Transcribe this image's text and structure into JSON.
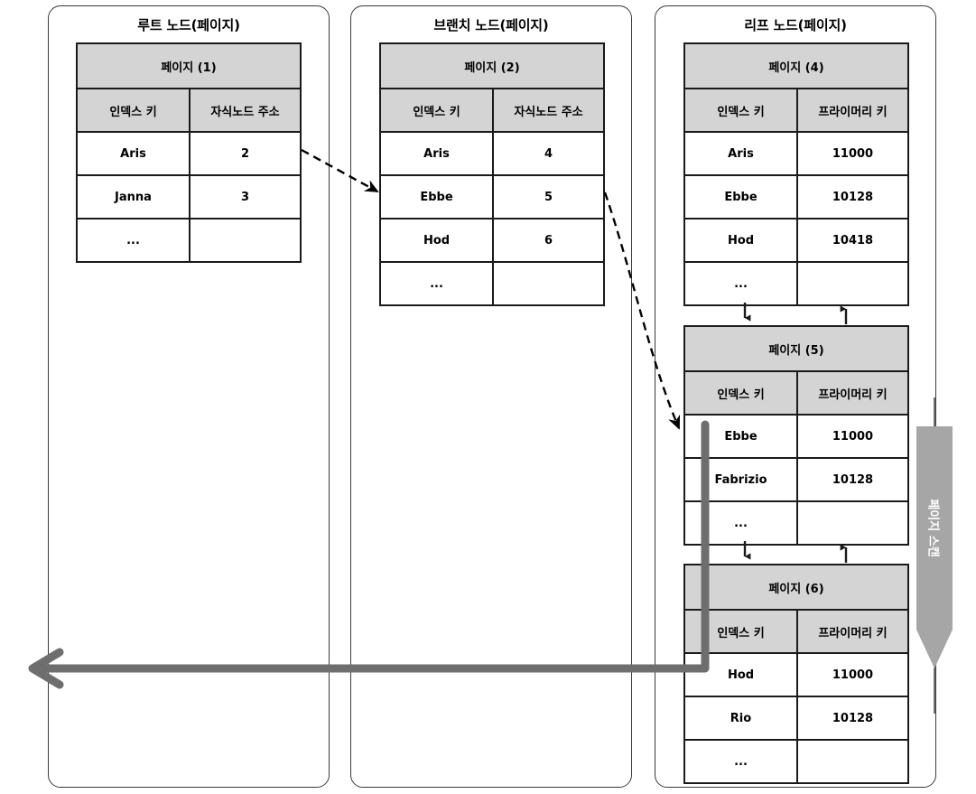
{
  "diagram": {
    "title_hidden": "",
    "colors": {
      "header_fill": "#d4d4d4",
      "table_border": "#1a1a1a",
      "panel_border": "#3a3a3a",
      "scan_arrow": "#a6a6a6",
      "thick_link": "#6e6e6e",
      "dashed_link": "#000000"
    }
  },
  "panels": [
    {
      "title": "루트 노드(페이지)"
    },
    {
      "title": "브랜치 노드(페이지)"
    },
    {
      "title": "리프 노드(페이지)"
    }
  ],
  "nodes": [
    {
      "id": "page1",
      "page_label": "페이지 (1)",
      "columns": [
        "인덱스 키",
        "자식노드 주소"
      ],
      "rows": [
        [
          "Aris",
          "2"
        ],
        [
          "Janna",
          "3"
        ],
        [
          "...",
          ""
        ]
      ]
    },
    {
      "id": "page2",
      "page_label": "페이지 (2)",
      "columns": [
        "인덱스 키",
        "자식노드 주소"
      ],
      "rows": [
        [
          "Aris",
          "4"
        ],
        [
          "Ebbe",
          "5"
        ],
        [
          "Hod",
          "6"
        ],
        [
          "...",
          ""
        ]
      ]
    },
    {
      "id": "page4",
      "page_label": "페이지 (4)",
      "columns": [
        "인덱스 키",
        "프라이머리 키"
      ],
      "rows": [
        [
          "Aris",
          "11000"
        ],
        [
          "Ebbe",
          "10128"
        ],
        [
          "Hod",
          "10418"
        ],
        [
          "...",
          ""
        ]
      ]
    },
    {
      "id": "page5",
      "page_label": "페이지 (5)",
      "columns": [
        "인덱스 키",
        "프라이머리 키"
      ],
      "rows": [
        [
          "Ebbe",
          "11000"
        ],
        [
          "Fabrizio",
          "10128"
        ],
        [
          "...",
          ""
        ]
      ]
    },
    {
      "id": "page6",
      "page_label": "페이지 (6)",
      "columns": [
        "인덱스 키",
        "프라이머리 키"
      ],
      "rows": [
        [
          "Hod",
          "11000"
        ],
        [
          "Rio",
          "10128"
        ],
        [
          "...",
          ""
        ]
      ]
    }
  ],
  "annotations": {
    "scan_arrow_label": "페이지 스캔"
  }
}
